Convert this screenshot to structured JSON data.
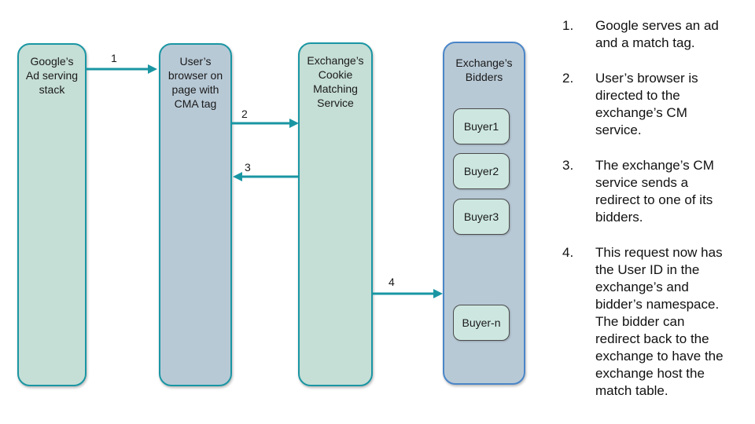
{
  "colors": {
    "lane_green_fill": "#c5ded6",
    "lane_blue_fill": "#b8c9d6",
    "teal_border": "#1a96a3",
    "bidders_border": "#4a86c8",
    "buyer_fill": "#cde7e0",
    "buyer_border": "#4b4b4b",
    "arrow": "#1a96a3",
    "text": "#1a1a1a"
  },
  "diagram": {
    "lanes": [
      {
        "id": "google",
        "label": "Google’s\nAd serving\nstack"
      },
      {
        "id": "browser",
        "label": "User’s\nbrowser on\npage with\nCMA tag"
      },
      {
        "id": "cm",
        "label": "Exchange’s\nCookie\nMatching\nService"
      },
      {
        "id": "bidders",
        "label": "Exchange’s\nBidders"
      }
    ],
    "buyers": [
      "Buyer1",
      "Buyer2",
      "Buyer3",
      "Buyer-n"
    ],
    "arrows": [
      {
        "label": "1",
        "from": "google",
        "to": "browser"
      },
      {
        "label": "2",
        "from": "browser",
        "to": "cm"
      },
      {
        "label": "3",
        "from": "cm",
        "to": "browser"
      },
      {
        "label": "4",
        "from": "cm",
        "to": "bidders"
      }
    ]
  },
  "steps": [
    {
      "num": "1.",
      "text": "Google serves an ad\nand a match tag."
    },
    {
      "num": "2.",
      "text": "User’s browser is\ndirected to the\nexchange’s CM\nservice."
    },
    {
      "num": "3.",
      "text": "The exchange’s CM\nservice sends a\nredirect to one of its\nbidders."
    },
    {
      "num": "4.",
      "text": "This request now has\nthe User ID in the\nexchange’s and\nbidder’s namespace.\nThe bidder can\nredirect back to the\nexchange to have the\nexchange host the\nmatch table."
    }
  ]
}
